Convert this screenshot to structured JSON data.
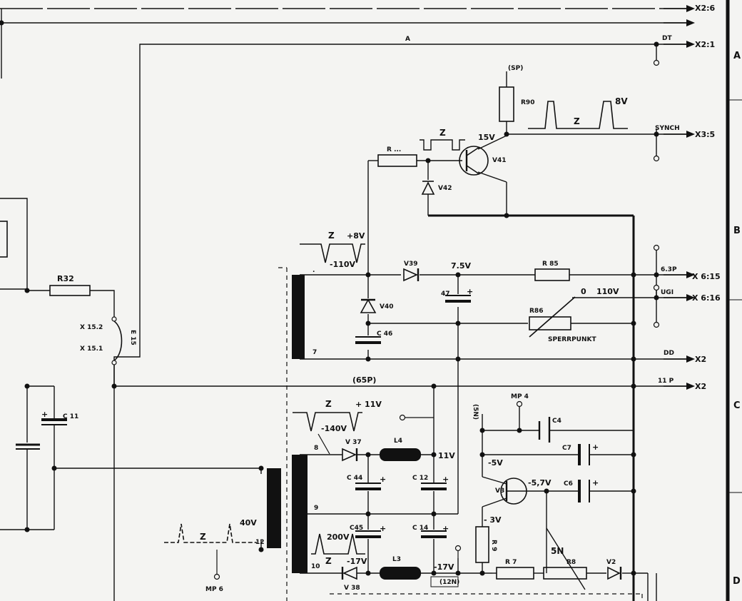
{
  "labels": {
    "r32": "R32",
    "x15_2": "X 15.2",
    "x15_1": "X 15.1",
    "e15": "E 15",
    "c11": "C 11",
    "net_a": "A",
    "sp": "(SP)",
    "r90": "R90",
    "z1": "Z",
    "v_8v": "8V",
    "v_15v": "15V",
    "r_base": "R ...",
    "v41": "V41",
    "v42": "V42",
    "synch": "SYNCH",
    "x3_5": "X3:5",
    "x2_6": "X2:6",
    "net_dt": "DT",
    "x2_1": "X2:1",
    "z2": "Z",
    "v_plus8v": "+8V",
    "v_minus110v": "-110V",
    "v39": "V39",
    "v_75v": "7.5V",
    "r85": "R 85",
    "v40": "V40",
    "c47": "47",
    "r86": "R86",
    "v_0": "0",
    "v_110v": "110V",
    "sperrpunkt": "SPERRPUNKT",
    "net_63p": "6.3P",
    "x6_15": "X 6:15",
    "net_ugi": "UGI",
    "x6_16": "X 6:16",
    "c46": "C 46",
    "net_dd": "DD",
    "x2_a": "X2",
    "net_65p": "(65P)",
    "net_11p": "11 P",
    "x2_b": "X2",
    "z3": "Z",
    "v_plus11v": "+ 11V",
    "v_minus140v": "-140V",
    "v37": "V 37",
    "l4": "L4",
    "v_11v": "11V",
    "c44": "C 44",
    "c12": "C 12",
    "pin8": "8",
    "pin9": "9",
    "pin10": "10",
    "pin12": "12",
    "c45": "C45",
    "v_200v": "200V",
    "v_minus17v_a": "-17V",
    "c14": "C 14",
    "l3": "L3",
    "v_minus17v_b": "-17V",
    "net_12n": "(12N)",
    "v38": "V 38",
    "z4": "Z",
    "v_40v": "40V",
    "mp6": "MP 6",
    "mp4": "MP 4",
    "c4": "C4",
    "net_5n_left": "(5N)",
    "v_minus5v": "-5V",
    "c7": "C7",
    "v3": "V3",
    "v_minus57v": "-5,7V",
    "c6": "C6",
    "v_minus3v": "- 3V",
    "r9": "R 9",
    "r7": "R 7",
    "net_5n": "5N",
    "r8": "R8",
    "v2": "V2",
    "grid_a": "A",
    "grid_b": "B",
    "grid_c": "C",
    "grid_d": "D"
  }
}
